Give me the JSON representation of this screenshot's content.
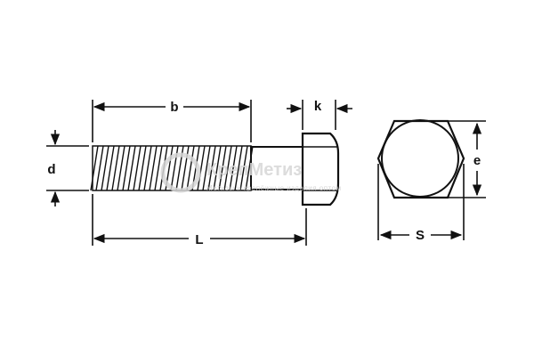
{
  "labels": {
    "b": "b",
    "k": "k",
    "d": "d",
    "L": "L",
    "e": "e",
    "S": "S"
  },
  "watermark": {
    "brand": "КрепМетиз",
    "tagline": "Метизы и крепёжные изделия оптом"
  },
  "colors": {
    "line": "#111111",
    "background": "#ffffff",
    "watermark": "#d6d6d6"
  },
  "icons": {
    "watermark_logo": "circle-logo"
  }
}
